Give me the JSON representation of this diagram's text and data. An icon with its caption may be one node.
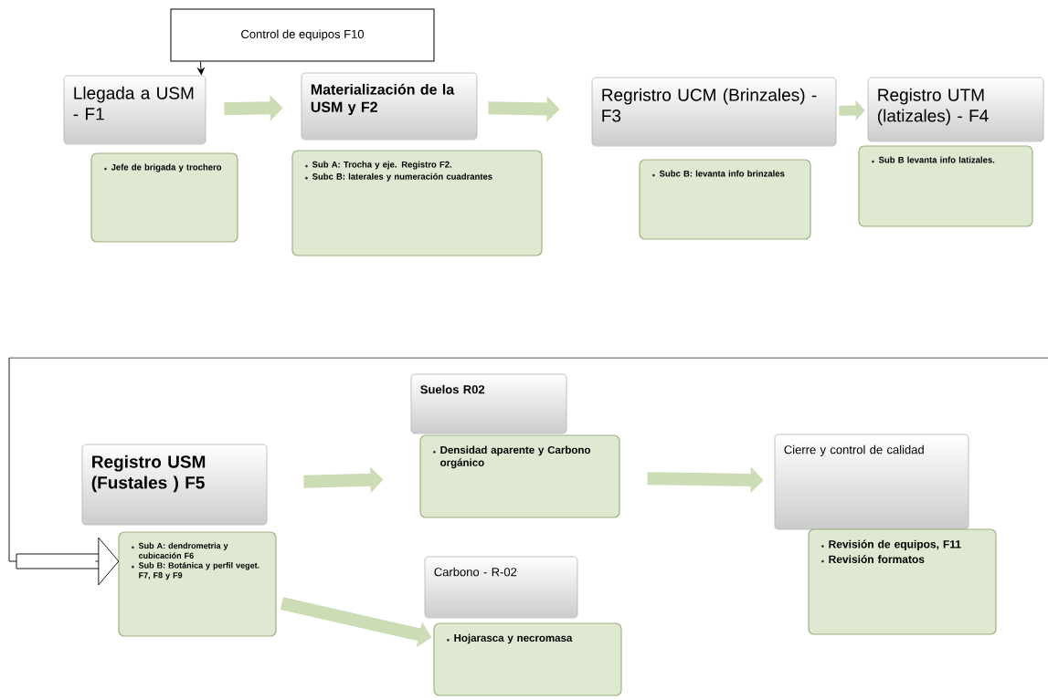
{
  "diagram": {
    "nodes": [
      {
        "text": [
          "Control de equipos F10"
        ]
      },
      {
        "text": [
          "Llegada a USM - F1"
        ]
      },
      {
        "text": [
          "Jefe de brigada y trochero"
        ]
      },
      {
        "text": [
          "Materialización de la USM y F2"
        ]
      },
      {
        "text": [
          "Sub  A: Trocha y eje. Registro F2.",
          "Subc B: laterales y numeración cuadrantes"
        ]
      },
      {
        "text": [
          "Regristro UCM (Brinzales) - F3"
        ]
      },
      {
        "text": [
          "Subc B: levanta info brinzales"
        ]
      },
      {
        "text": [
          "Registro UTM (latizales) - F4"
        ]
      },
      {
        "text": [
          "Sub B levanta info latizales."
        ]
      },
      {
        "text": [
          "Registro USM (Fustales ) F5"
        ]
      },
      {
        "text": [
          "Sub A: dendrometria y cubicación F6",
          "Sub B: Botánica y perfil veget. F7, F8 y F9"
        ]
      },
      {
        "text": [
          "Suelos  R02"
        ]
      },
      {
        "text": [
          "Densidad aparente y Carbono orgánico"
        ]
      },
      {
        "text": [
          "Carbono - R-02"
        ]
      },
      {
        "text": [
          "Hojarasca y necromasa"
        ]
      },
      {
        "text": [
          "Cierre y control de calidad"
        ]
      },
      {
        "text": [
          "Revisión de equipos, F11",
          "Revisión formatos"
        ]
      }
    ],
    "edges": [
      {
        "from": 0,
        "to": 1,
        "arrow": "to",
        "color": "#000000"
      },
      {
        "from": 1,
        "to": 3,
        "arrow": "to"
      },
      {
        "from": 3,
        "to": 5,
        "arrow": "to"
      },
      {
        "from": 5,
        "to": 7,
        "arrow": "to"
      },
      {
        "from": null,
        "to": 10,
        "arrow": "to",
        "color": "#000000"
      },
      {
        "from": 9,
        "to": 12,
        "arrow": "to"
      },
      {
        "from": 10,
        "to": 14,
        "arrow": "to"
      },
      {
        "from": 12,
        "to": 15,
        "arrow": "to"
      }
    ]
  }
}
